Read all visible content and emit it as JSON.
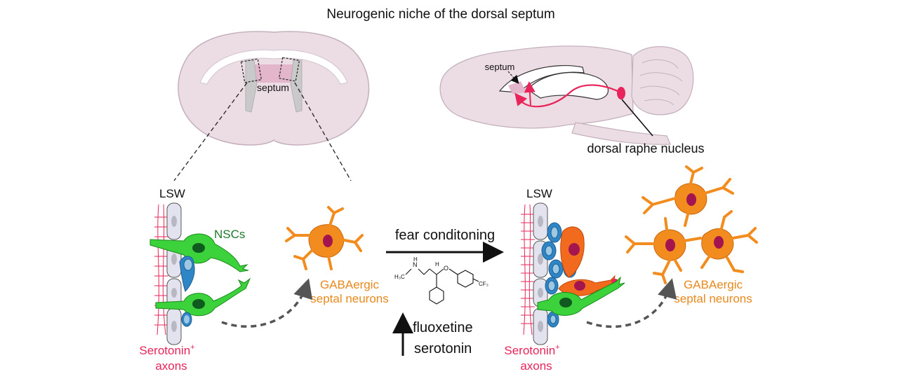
{
  "title": "Neurogenic niche of the dorsal septum",
  "labels": {
    "septum_coronal": "septum",
    "septum_sagittal": "septum",
    "dorsal_raphe": "dorsal raphe nucleus",
    "lsw_left": "LSW",
    "lsw_right": "LSW",
    "nscs": "NSCs",
    "gaba_left_1": "GABAergic",
    "gaba_left_2": "septal neurons",
    "gaba_right_1": "GABAergic",
    "gaba_right_2": "septal neurons",
    "sero_left_1": "Serotonin",
    "sero_left_sup": "+",
    "sero_left_2": "axons",
    "sero_right_1": "Serotonin",
    "sero_right_sup": "+",
    "sero_right_2": "axons",
    "fear": "fear conditoning",
    "fluoxetine": "fluoxetine",
    "serotonin": "serotonin",
    "chem_nh": "N",
    "chem_h": "H",
    "chem_h3c": "H₃C",
    "chem_o": "O",
    "chem_cf3": "CF₃"
  },
  "colors": {
    "brain": "#ecdde4",
    "brain_outline": "#bfaab5",
    "ventricle": "#c9c9c9",
    "septum_pink": "#e3b6cb",
    "serotonin_red": "#e8245a",
    "nsc_green": "#3bd23b",
    "nsc_nucleus": "#0f5a1f",
    "neuron_orange": "#f28c1e",
    "neuron_nucleus": "#a4154f",
    "ependymal": "#e3e2ef",
    "blue_cell": "#2f86c6",
    "blue_cell_fill": "#9cc8e4",
    "gaba_text": "#e8891d",
    "nsc_text": "#1c7a2c"
  }
}
